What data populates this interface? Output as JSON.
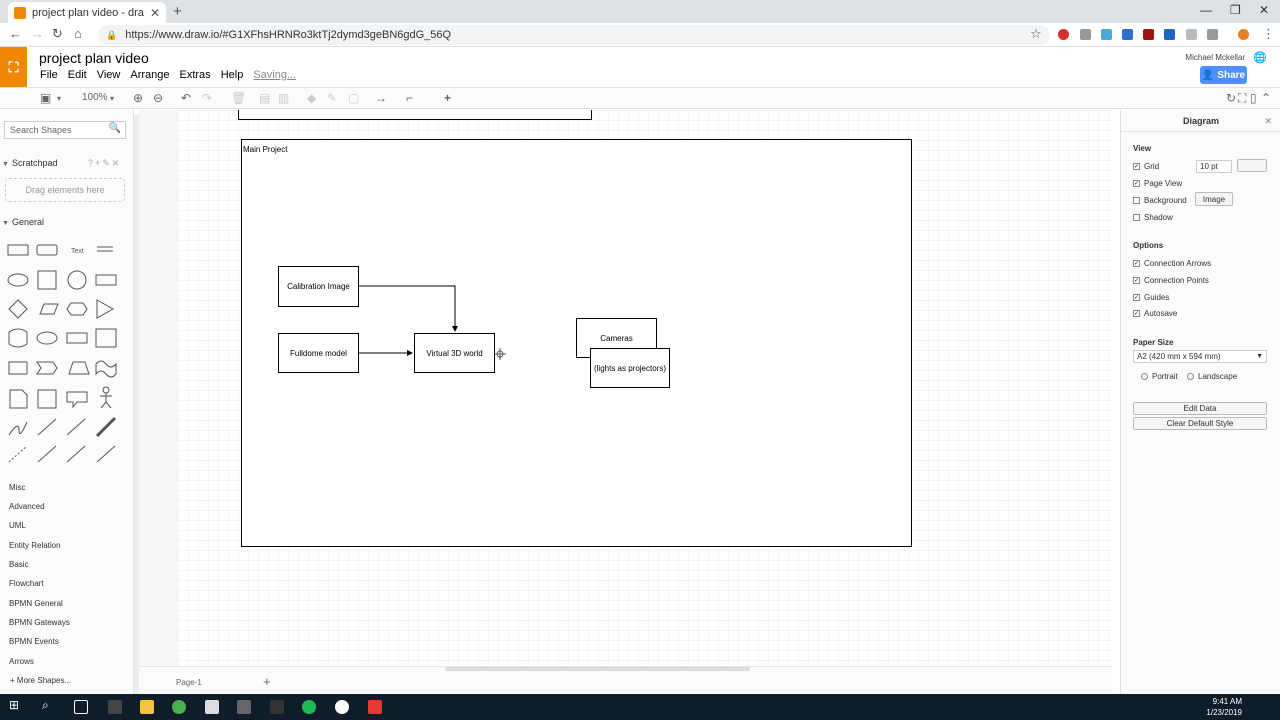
{
  "browser": {
    "tab_title": "project plan video - draw.io",
    "url": "https://www.draw.io/#G1XFhsHRNRo3ktTj2dymd3geBN6gdG_56Q"
  },
  "app": {
    "doc_title": "project plan video",
    "menu": [
      "File",
      "Edit",
      "View",
      "Arrange",
      "Extras",
      "Help"
    ],
    "saving_label": "Saving...",
    "user_name": "Michael Mckellar",
    "share_label": "Share",
    "zoom_label": "100%"
  },
  "sidebar": {
    "search_placeholder": "Search Shapes",
    "scratchpad_label": "Scratchpad",
    "dropzone_label": "Drag elements here",
    "general_label": "General",
    "text_shape_label": "Text",
    "categories": [
      "Misc",
      "Advanced",
      "UML",
      "Entity Relation",
      "Basic",
      "Flowchart",
      "BPMN General",
      "BPMN Gateways",
      "BPMN Events",
      "Arrows"
    ],
    "more_shapes_label": "More Shapes...",
    "page_tab": "Page-1"
  },
  "diagram": {
    "main_label": "Main Project",
    "nodes": {
      "calibration": "Calibration Image",
      "fulldome": "Fulldome model",
      "virtual3d": "Virtual 3D world",
      "cameras": "Cameras",
      "lights": "(lights as projectors)"
    }
  },
  "right_panel": {
    "title": "Diagram",
    "view_heading": "View",
    "grid_label": "Grid",
    "grid_size": "10 pt",
    "page_view_label": "Page View",
    "background_label": "Background",
    "image_button": "Image",
    "shadow_label": "Shadow",
    "options_heading": "Options",
    "connection_arrows_label": "Connection Arrows",
    "connection_points_label": "Connection Points",
    "guides_label": "Guides",
    "autosave_label": "Autosave",
    "paper_size_heading": "Paper Size",
    "paper_size_value": "A2 (420 mm x 594 mm)",
    "portrait_label": "Portrait",
    "landscape_label": "Landscape",
    "edit_data_button": "Edit Data",
    "clear_style_button": "Clear Default Style"
  },
  "taskbar": {
    "time": "9:41 AM",
    "date": "1/23/2019"
  },
  "colors": {
    "drawio_orange": "#f08705",
    "share_blue": "#4d90fe",
    "taskbar": "#0f1d2b"
  }
}
